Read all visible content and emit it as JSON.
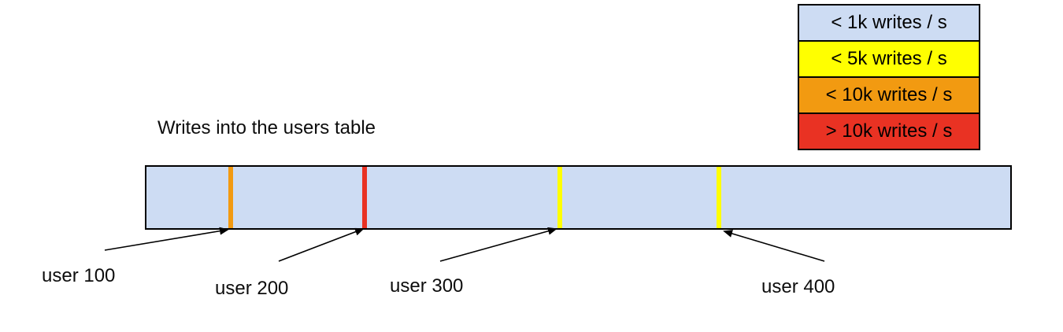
{
  "title": "Writes into the users table",
  "legend": {
    "items": [
      {
        "label": "< 1k writes / s",
        "color": "#cddcf3"
      },
      {
        "label": "< 5k writes / s",
        "color": "#ffff00"
      },
      {
        "label": "< 10k writes / s",
        "color": "#f29a11"
      },
      {
        "label": "> 10k writes / s",
        "color": "#e93223"
      }
    ]
  },
  "table_bar": {
    "fill": "#cddcf3",
    "markers": [
      {
        "user": "user 100",
        "color": "#f29a11",
        "band": "< 10k writes / s"
      },
      {
        "user": "user 200",
        "color": "#e93223",
        "band": "> 10k writes / s"
      },
      {
        "user": "user 300",
        "color": "#ffff00",
        "band": "< 5k writes / s"
      },
      {
        "user": "user 400",
        "color": "#ffff00",
        "band": "< 5k writes / s"
      }
    ]
  }
}
